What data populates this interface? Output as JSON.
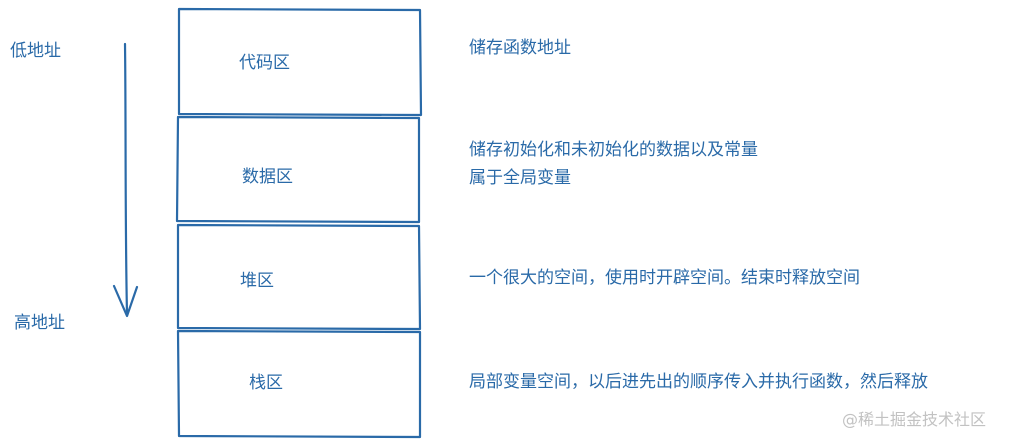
{
  "address": {
    "low": "低地址",
    "high": "高地址"
  },
  "regions": [
    {
      "name": "代码区",
      "description": [
        "储存函数地址"
      ]
    },
    {
      "name": "数据区",
      "description": [
        "储存初始化和未初始化的数据以及常量",
        "属于全局变量"
      ]
    },
    {
      "name": "堆区",
      "description": [
        "一个很大的空间，使用时开辟空间。结束时释放空间"
      ]
    },
    {
      "name": "栈区",
      "description": [
        "局部变量空间，以后进先出的顺序传入并执行函数，然后释放"
      ]
    }
  ],
  "watermark": "@稀土掘金技术社区",
  "colors": {
    "ink": "#2a6aa8",
    "watermark": "#c2c2c2"
  }
}
